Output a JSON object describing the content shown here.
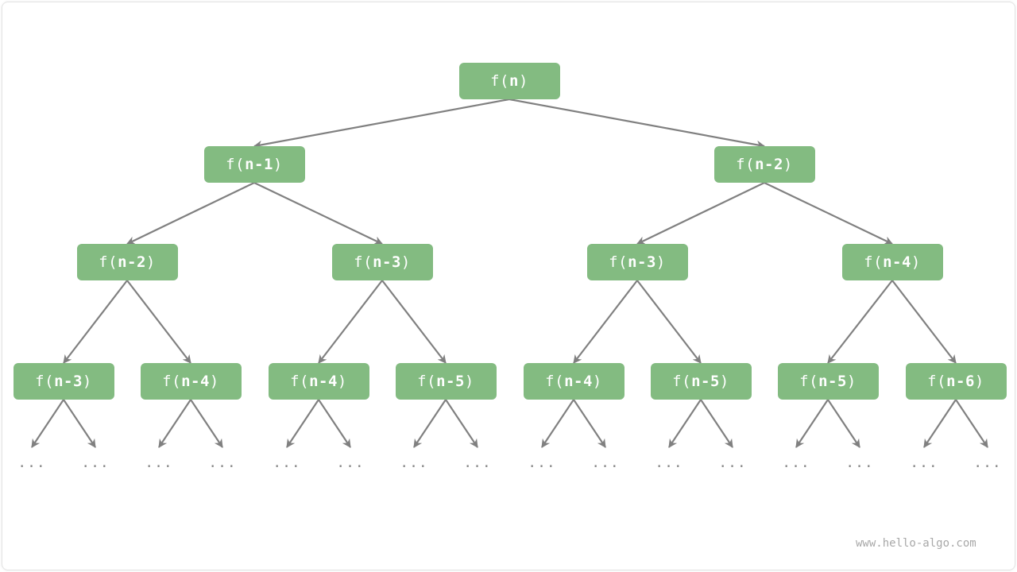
{
  "tree": {
    "root": {
      "fn": "f",
      "arg": "n"
    },
    "level1": [
      {
        "fn": "f",
        "arg": "n-1"
      },
      {
        "fn": "f",
        "arg": "n-2"
      }
    ],
    "level2": [
      {
        "fn": "f",
        "arg": "n-2"
      },
      {
        "fn": "f",
        "arg": "n-3"
      },
      {
        "fn": "f",
        "arg": "n-3"
      },
      {
        "fn": "f",
        "arg": "n-4"
      }
    ],
    "level3": [
      {
        "fn": "f",
        "arg": "n-3"
      },
      {
        "fn": "f",
        "arg": "n-4"
      },
      {
        "fn": "f",
        "arg": "n-4"
      },
      {
        "fn": "f",
        "arg": "n-5"
      },
      {
        "fn": "f",
        "arg": "n-4"
      },
      {
        "fn": "f",
        "arg": "n-5"
      },
      {
        "fn": "f",
        "arg": "n-5"
      },
      {
        "fn": "f",
        "arg": "n-6"
      }
    ],
    "ellipsis": "..."
  },
  "colors": {
    "node_fill": "#83bb81",
    "node_text": "#ffffff",
    "edge": "#808080"
  },
  "watermark": "www.hello-algo.com"
}
